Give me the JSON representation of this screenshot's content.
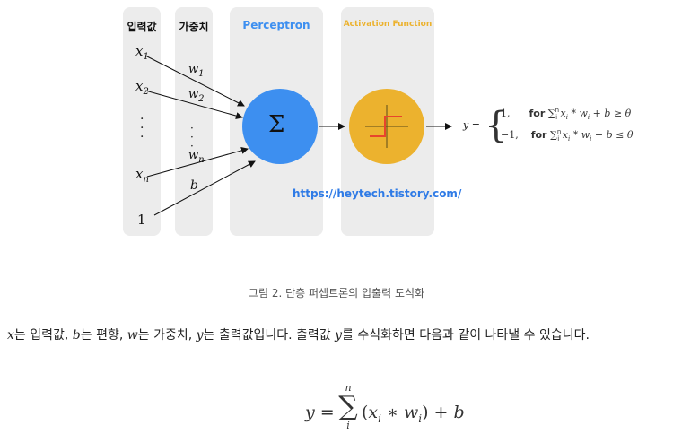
{
  "diagram": {
    "headers": {
      "input": "입력값",
      "weight": "가중치",
      "perceptron": "Perceptron",
      "activation": "Activation Function"
    },
    "inputs": [
      {
        "base": "x",
        "sub": "1"
      },
      {
        "base": "x",
        "sub": "2"
      },
      {
        "base": "x",
        "sub": "n"
      },
      {
        "base": "1",
        "sub": ""
      }
    ],
    "weights": [
      {
        "base": "w",
        "sub": "1"
      },
      {
        "base": "w",
        "sub": "2"
      },
      {
        "base": "w",
        "sub": "n"
      },
      {
        "base": "b",
        "sub": ""
      }
    ],
    "sum_symbol": "Σ",
    "url": "https://heytech.tistory.com/",
    "output": {
      "lhs": "y =",
      "case1_value": "1,",
      "case2_value": "−1,",
      "for_label": "for",
      "sum_symbol": "∑",
      "sum_upper": "n",
      "sum_lower": "i",
      "expr": "x",
      "expr_sub": "i",
      "star": " * ",
      "w": "w",
      "w_sub": "i",
      "plus_b": " + b",
      "ge": "≥ θ",
      "le": "≤ θ"
    },
    "colors": {
      "panel": "#ececec",
      "perceptron_circle": "#3d8ff0",
      "perceptron_title": "#3d8ff0",
      "activation_circle": "#ecb22e",
      "activation_title": "#ecb22e",
      "step_line": "#e8452c",
      "url": "#2f7be6"
    }
  },
  "caption": "그림 2. 단층 퍼셉트론의 입출력 도식화",
  "paragraph": {
    "x": "x",
    "t1": "는 입력값, ",
    "b": "b",
    "t2": "는 편향, ",
    "w": "w",
    "t3": "는 가중치, ",
    "y": "y",
    "t4": "는 출력값입니다. 출력값 ",
    "y2": "y",
    "t5": "를 수식화하면 다음과 같이 나타낼 수 있습니다."
  },
  "formula": {
    "lhs": "y =",
    "sum": "∑",
    "upper": "n",
    "lower": "i",
    "open": "(",
    "x": "x",
    "x_sub": "i",
    "star": " ∗ ",
    "w": "w",
    "w_sub": "i",
    "close": ")",
    "plus": " + ",
    "b": "b"
  }
}
